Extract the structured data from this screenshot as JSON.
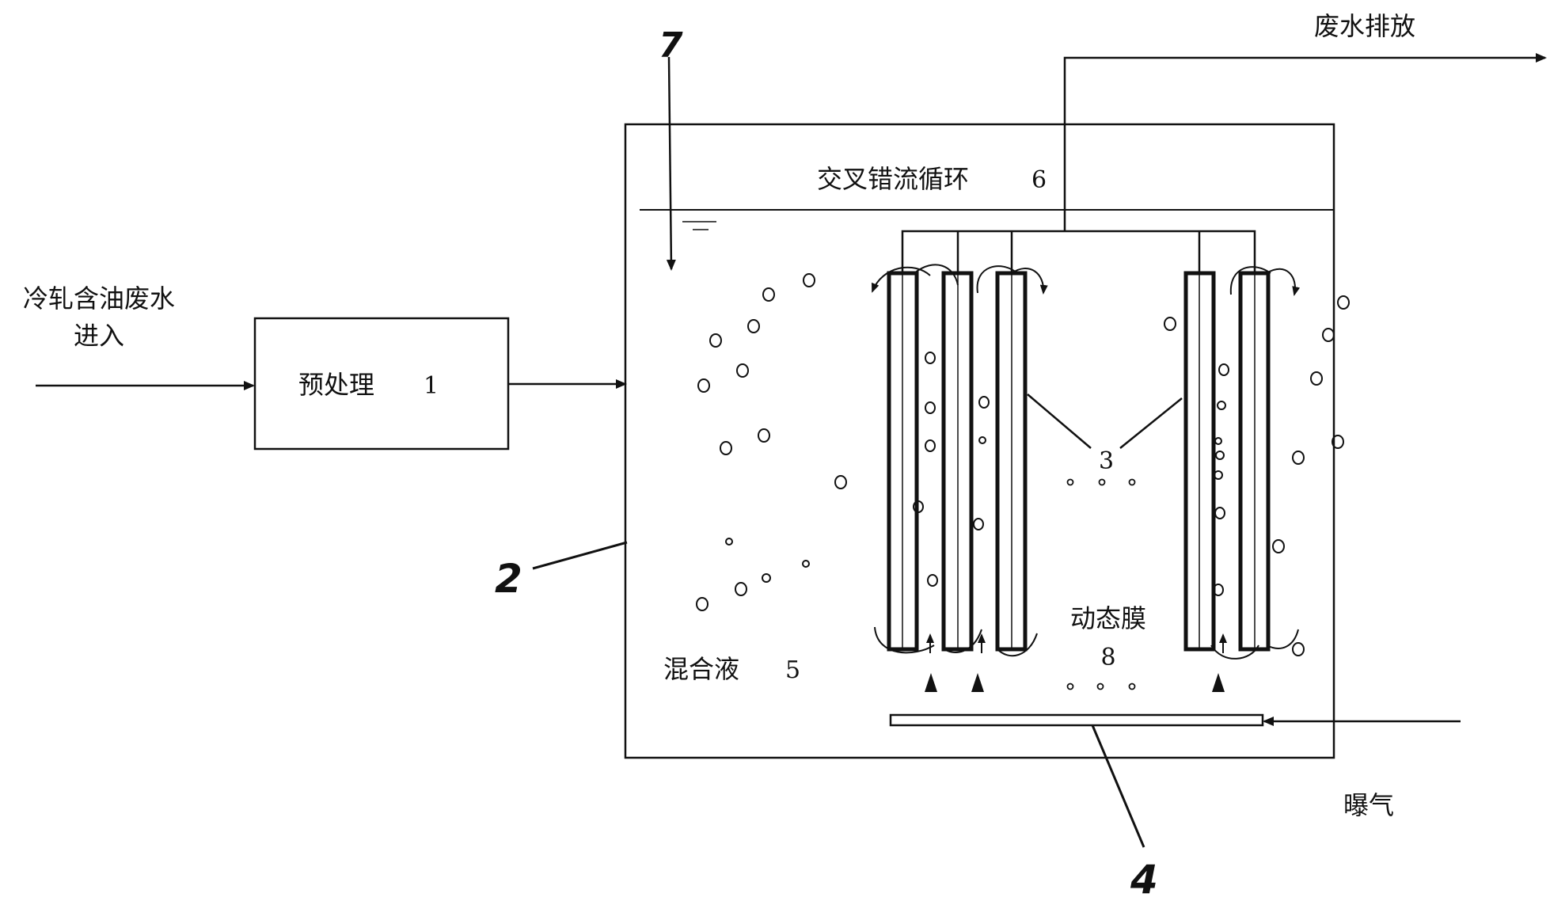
{
  "labels": {
    "inlet_line1": "冷轧含油废水",
    "inlet_line2": "进入",
    "pretreat": "预处理",
    "pretreat_num": "1",
    "discharge": "废水排放",
    "crossflow": "交叉错流循环",
    "crossflow_num": "6",
    "mixed": "混合液",
    "mixed_num": "5",
    "dynamic": "动态膜",
    "dynamic_num": "8",
    "aeration": "曝气",
    "ref_tank": "2",
    "ref_membrane": "3",
    "ref_aerator": "4",
    "ref_feed": "7"
  },
  "icons": {
    "arrow": "arrowhead",
    "bubble": "circle",
    "flow": "curved-arrow"
  }
}
